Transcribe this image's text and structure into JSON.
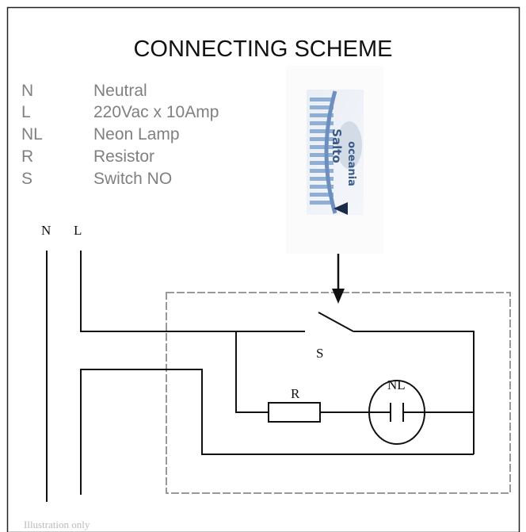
{
  "title": "CONNECTING SCHEME",
  "legend": [
    {
      "key": "N",
      "label": "Neutral"
    },
    {
      "key": "L",
      "label": "220Vac x 10Amp"
    },
    {
      "key": "NL",
      "label": "Neon Lamp"
    },
    {
      "key": "R",
      "label": "Resistor"
    },
    {
      "key": "S",
      "label": "Switch NO"
    }
  ],
  "diagram": {
    "terminal_n": "N",
    "terminal_l": "L",
    "switch_label": "S",
    "resistor_label": "R",
    "lamp_label": "NL"
  },
  "card": {
    "brand_line1": "Salto",
    "brand_line2": "oceania"
  },
  "footnote": "Illustration only",
  "colors": {
    "line": "#111111",
    "legend_text": "#808080",
    "dashed_box": "#999999",
    "frame": "#222222"
  }
}
